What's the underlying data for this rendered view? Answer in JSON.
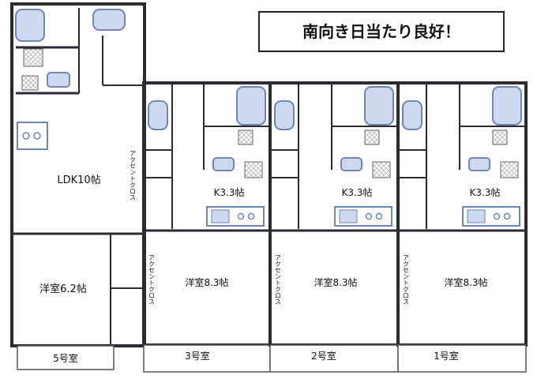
{
  "banner": "南向き日当たり良好！",
  "units": {
    "u5": {
      "ldk": "LDK10帖",
      "room": "洋室6.2帖",
      "number": "5号室"
    },
    "u3": {
      "kitchen": "K3.3帖",
      "room": "洋室8.3帖",
      "number": "3号室"
    },
    "u2": {
      "kitchen": "K3.3帖",
      "room": "洋室8.3帖",
      "number": "2号室"
    },
    "u1": {
      "kitchen": "K3.3帖",
      "room": "洋室8.3帖",
      "number": "1号室"
    }
  },
  "accent_wall": "アクセントクロス",
  "colors": {
    "wall": "#2b2b33",
    "fixture": "#6f86b5",
    "fixture_fill": "#cdd9ee",
    "banner_bg": "#ffffff"
  }
}
